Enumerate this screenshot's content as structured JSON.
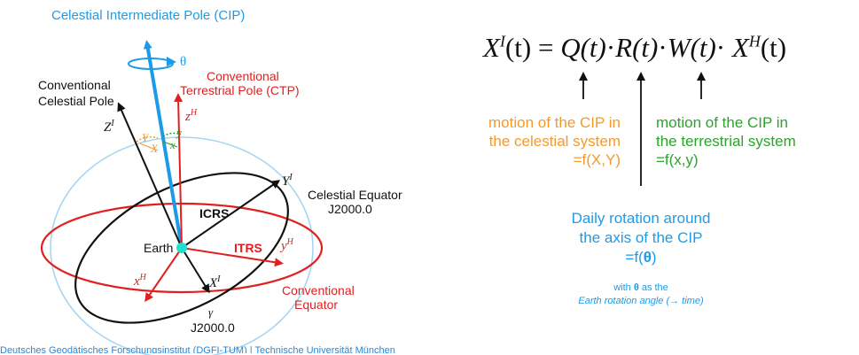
{
  "diagram": {
    "labels": {
      "cip": "Celestial Intermediate Pole (CIP)",
      "theta": "θ",
      "conventional_celestial_pole_1": "Conventional",
      "conventional_celestial_pole_2": "Celestial Pole",
      "conventional_terrestrial_pole_1": "Conventional",
      "conventional_terrestrial_pole_2": "Terrestrial Pole (CTP)",
      "z_i": "Z",
      "z_i_sup": "I",
      "z_h": "z",
      "z_h_sup": "H",
      "Y_cap": "Y",
      "X_cap": "X",
      "y_small": "y",
      "x_small": "x",
      "y_i": "Y",
      "y_i_sup": "I",
      "celestial_equator_1": "Celestial Equator",
      "celestial_equator_2": "J2000.0",
      "icrs": "ICRS",
      "itrs": "ITRS",
      "earth": "Earth",
      "y_h": "y",
      "y_h_sup": "H",
      "x_h": "x",
      "x_h_sup": "H",
      "x_i": "X",
      "x_i_sup": "I",
      "conventional_equator_1": "Conventional",
      "conventional_equator_2": "Equator",
      "gamma": "γ",
      "j2000": "J2000.0"
    },
    "colors": {
      "cip_blue": "#1e9be8",
      "terrestrial_red": "#e02020",
      "celestial_black": "#111111",
      "sphere_outline": "#a9d6ef",
      "earth_cyan": "#1fe0d0",
      "orange": "#f39a2b",
      "green": "#2aa52a"
    }
  },
  "equation": {
    "text": "X^I(t) = Q(t)·R(t)·W(t)· X^H(t)",
    "parts": {
      "lhs_X": "X",
      "lhs_sup": "I",
      "lhs_t": "(t)",
      "eq": "=",
      "Q": "Q(t)",
      "dot1": "·",
      "R": "R(t)",
      "dot2": "·",
      "W": "W(t)",
      "dot3": "·",
      "rhs_X": "X",
      "rhs_sup": "H",
      "rhs_t": "(t)"
    }
  },
  "annotations": {
    "celestial": {
      "line1": "motion of the CIP in",
      "line2": "the celestial system",
      "line3": "=f(X,Y)",
      "color": "#f39a2b"
    },
    "terrestrial": {
      "line1": "motion of the CIP in",
      "line2": "the terrestrial system",
      "line3": "=f(x,y)",
      "color": "#2aa52a"
    },
    "rotation": {
      "line1": "Daily rotation around",
      "line2": "the axis of the CIP",
      "line3_prefix": "=f(",
      "line3_symbol": "θ",
      "line3_suffix": ")",
      "note1_prefix": "with ",
      "note1_symbol": "θ",
      "note1_suffix": " as the",
      "note2": "Earth rotation angle (→ time)",
      "color": "#1e9be8"
    }
  },
  "footer": {
    "text": "Deutsches Geodätisches Forschungsinstitut (DGFI-TUM) | Technische Universität München"
  }
}
